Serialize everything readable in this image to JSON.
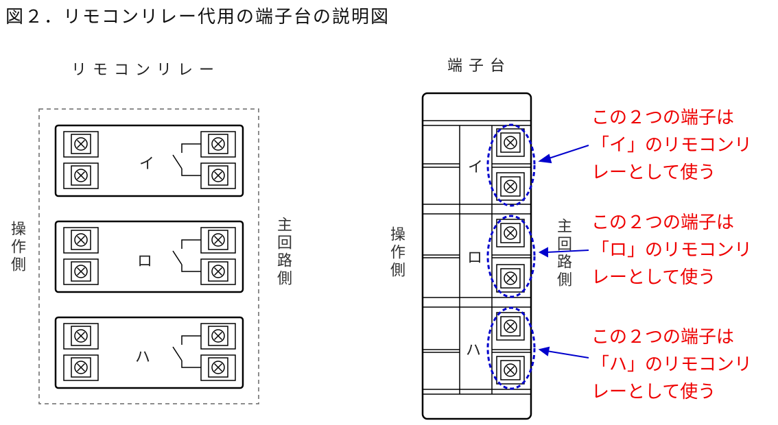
{
  "title": "図２．リモコンリレー代用の端子台の説明図",
  "left_diagram": {
    "heading": "リモコンリレー",
    "operation_side": "操作側",
    "main_circuit_side": "主回路側",
    "relays": [
      {
        "label": "イ"
      },
      {
        "label": "ロ"
      },
      {
        "label": "ハ"
      }
    ]
  },
  "right_diagram": {
    "heading": "端子台",
    "operation_side": "操作側",
    "main_circuit_side": "主回路側",
    "groups": [
      {
        "label": "イ"
      },
      {
        "label": "ロ"
      },
      {
        "label": "ハ"
      }
    ]
  },
  "notes": [
    {
      "line1": "この２つの端子は",
      "line2": "「イ」のリモコンリ",
      "line3": "レーとして使う"
    },
    {
      "line1": "この２つの端子は",
      "line2": "「ロ」のリモコンリ",
      "line3": "レーとして使う"
    },
    {
      "line1": "この２つの端子は",
      "line2": "「ハ」のリモコンリ",
      "line3": "レーとして使う"
    }
  ],
  "colors": {
    "annotation": "#ee0000",
    "highlight": "#0000cc",
    "line": "#000000"
  }
}
